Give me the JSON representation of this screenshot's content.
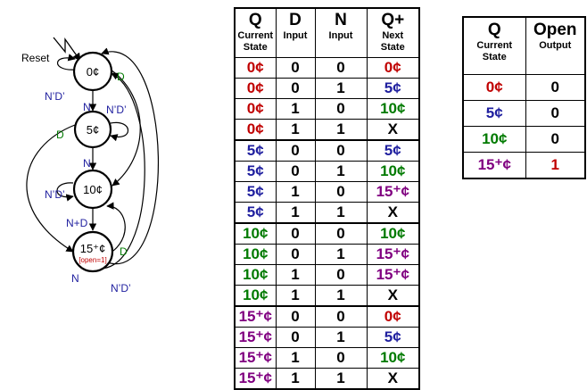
{
  "diagram": {
    "reset_label": "Reset",
    "states": [
      {
        "id": "s0",
        "label": "0¢"
      },
      {
        "id": "s5",
        "label": "5¢"
      },
      {
        "id": "s10",
        "label": "10¢"
      },
      {
        "id": "s15",
        "label": "15⁺¢",
        "sublabel": "[open=1]"
      }
    ],
    "edge_labels": {
      "s0_self": "N’D’",
      "s0_to_s5": "N",
      "s0_to_s10": "D",
      "s5_self": "N’D’",
      "s5_to_s10": "N",
      "s5_to_s15": "D",
      "s10_self": "N’D’",
      "s10_to_s15": "N+D",
      "s15_to_s0_n": "N",
      "s15_to_s0_nd": "N’D’",
      "s15_to_s0_d": "D"
    }
  },
  "next_state_table": {
    "headers": [
      {
        "main": "Q",
        "sub1": "Current",
        "sub2": "State"
      },
      {
        "main": "D",
        "sub1": "Input",
        "sub2": ""
      },
      {
        "main": "N",
        "sub1": "Input",
        "sub2": ""
      },
      {
        "main": "Q+",
        "sub1": "Next",
        "sub2": "State"
      }
    ],
    "rows": [
      [
        "0¢",
        "0",
        "0",
        "0¢"
      ],
      [
        "0¢",
        "0",
        "1",
        "5¢"
      ],
      [
        "0¢",
        "1",
        "0",
        "10¢"
      ],
      [
        "0¢",
        "1",
        "1",
        "X"
      ],
      [
        "5¢",
        "0",
        "0",
        "5¢"
      ],
      [
        "5¢",
        "0",
        "1",
        "10¢"
      ],
      [
        "5¢",
        "1",
        "0",
        "15⁺¢"
      ],
      [
        "5¢",
        "1",
        "1",
        "X"
      ],
      [
        "10¢",
        "0",
        "0",
        "10¢"
      ],
      [
        "10¢",
        "0",
        "1",
        "15⁺¢"
      ],
      [
        "10¢",
        "1",
        "0",
        "15⁺¢"
      ],
      [
        "10¢",
        "1",
        "1",
        "X"
      ],
      [
        "15⁺¢",
        "0",
        "0",
        "0¢"
      ],
      [
        "15⁺¢",
        "0",
        "1",
        "5¢"
      ],
      [
        "15⁺¢",
        "1",
        "0",
        "10¢"
      ],
      [
        "15⁺¢",
        "1",
        "1",
        "X"
      ]
    ]
  },
  "output_table": {
    "headers": [
      {
        "main": "Q",
        "sub1": "Current",
        "sub2": "State"
      },
      {
        "main": "Open",
        "sub1": "Output",
        "sub2": ""
      }
    ],
    "rows": [
      [
        "0¢",
        "0"
      ],
      [
        "5¢",
        "0"
      ],
      [
        "10¢",
        "0"
      ],
      [
        "15⁺¢",
        "1"
      ]
    ]
  },
  "colors": {
    "state_0": "#c00000",
    "state_5": "#1f1f9f",
    "state_10": "#007a00",
    "state_15": "#800080",
    "open_output": "#c00000",
    "label_blue": "#1f1f9f",
    "label_green": "#007a00",
    "label_red": "#c00000"
  }
}
